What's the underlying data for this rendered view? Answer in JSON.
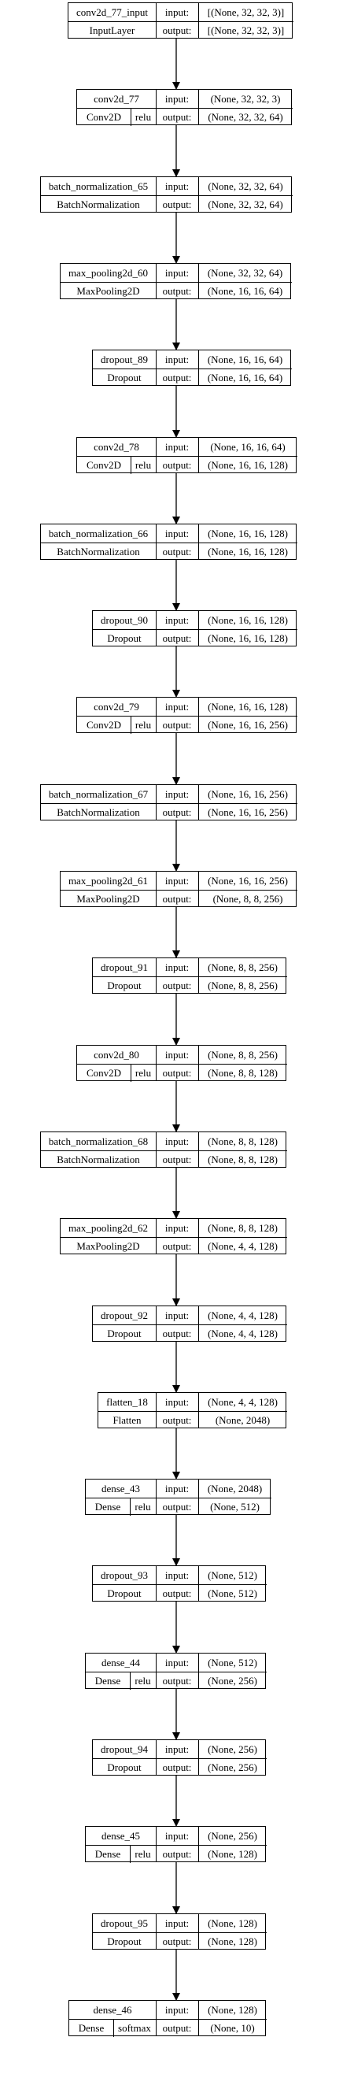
{
  "layers": [
    {
      "name": "conv2d_77_input",
      "type": "InputLayer",
      "activation": "",
      "input": "[(None, 32, 32, 3)]",
      "output": "[(None, 32, 32, 3)]"
    },
    {
      "name": "conv2d_77",
      "type": "Conv2D",
      "activation": "relu",
      "input": "(None, 32, 32, 3)",
      "output": "(None, 32, 32, 64)"
    },
    {
      "name": "batch_normalization_65",
      "type": "BatchNormalization",
      "activation": "",
      "input": "(None, 32, 32, 64)",
      "output": "(None, 32, 32, 64)"
    },
    {
      "name": "max_pooling2d_60",
      "type": "MaxPooling2D",
      "activation": "",
      "input": "(None, 32, 32, 64)",
      "output": "(None, 16, 16, 64)"
    },
    {
      "name": "dropout_89",
      "type": "Dropout",
      "activation": "",
      "input": "(None, 16, 16, 64)",
      "output": "(None, 16, 16, 64)"
    },
    {
      "name": "conv2d_78",
      "type": "Conv2D",
      "activation": "relu",
      "input": "(None, 16, 16, 64)",
      "output": "(None, 16, 16, 128)"
    },
    {
      "name": "batch_normalization_66",
      "type": "BatchNormalization",
      "activation": "",
      "input": "(None, 16, 16, 128)",
      "output": "(None, 16, 16, 128)"
    },
    {
      "name": "dropout_90",
      "type": "Dropout",
      "activation": "",
      "input": "(None, 16, 16, 128)",
      "output": "(None, 16, 16, 128)"
    },
    {
      "name": "conv2d_79",
      "type": "Conv2D",
      "activation": "relu",
      "input": "(None, 16, 16, 128)",
      "output": "(None, 16, 16, 256)"
    },
    {
      "name": "batch_normalization_67",
      "type": "BatchNormalization",
      "activation": "",
      "input": "(None, 16, 16, 256)",
      "output": "(None, 16, 16, 256)"
    },
    {
      "name": "max_pooling2d_61",
      "type": "MaxPooling2D",
      "activation": "",
      "input": "(None, 16, 16, 256)",
      "output": "(None, 8, 8, 256)"
    },
    {
      "name": "dropout_91",
      "type": "Dropout",
      "activation": "",
      "input": "(None, 8, 8, 256)",
      "output": "(None, 8, 8, 256)"
    },
    {
      "name": "conv2d_80",
      "type": "Conv2D",
      "activation": "relu",
      "input": "(None, 8, 8, 256)",
      "output": "(None, 8, 8, 128)"
    },
    {
      "name": "batch_normalization_68",
      "type": "BatchNormalization",
      "activation": "",
      "input": "(None, 8, 8, 128)",
      "output": "(None, 8, 8, 128)"
    },
    {
      "name": "max_pooling2d_62",
      "type": "MaxPooling2D",
      "activation": "",
      "input": "(None, 8, 8, 128)",
      "output": "(None, 4, 4, 128)"
    },
    {
      "name": "dropout_92",
      "type": "Dropout",
      "activation": "",
      "input": "(None, 4, 4, 128)",
      "output": "(None, 4, 4, 128)"
    },
    {
      "name": "flatten_18",
      "type": "Flatten",
      "activation": "",
      "input": "(None, 4, 4, 128)",
      "output": "(None, 2048)"
    },
    {
      "name": "dense_43",
      "type": "Dense",
      "activation": "relu",
      "input": "(None, 2048)",
      "output": "(None, 512)"
    },
    {
      "name": "dropout_93",
      "type": "Dropout",
      "activation": "",
      "input": "(None, 512)",
      "output": "(None, 512)"
    },
    {
      "name": "dense_44",
      "type": "Dense",
      "activation": "relu",
      "input": "(None, 512)",
      "output": "(None, 256)"
    },
    {
      "name": "dropout_94",
      "type": "Dropout",
      "activation": "",
      "input": "(None, 256)",
      "output": "(None, 256)"
    },
    {
      "name": "dense_45",
      "type": "Dense",
      "activation": "relu",
      "input": "(None, 256)",
      "output": "(None, 128)"
    },
    {
      "name": "dropout_95",
      "type": "Dropout",
      "activation": "",
      "input": "(None, 128)",
      "output": "(None, 128)"
    },
    {
      "name": "dense_46",
      "type": "Dense",
      "activation": "softmax",
      "input": "(None, 128)",
      "output": "(None, 10)"
    }
  ],
  "labels": {
    "input": "input:",
    "output": "output:"
  }
}
